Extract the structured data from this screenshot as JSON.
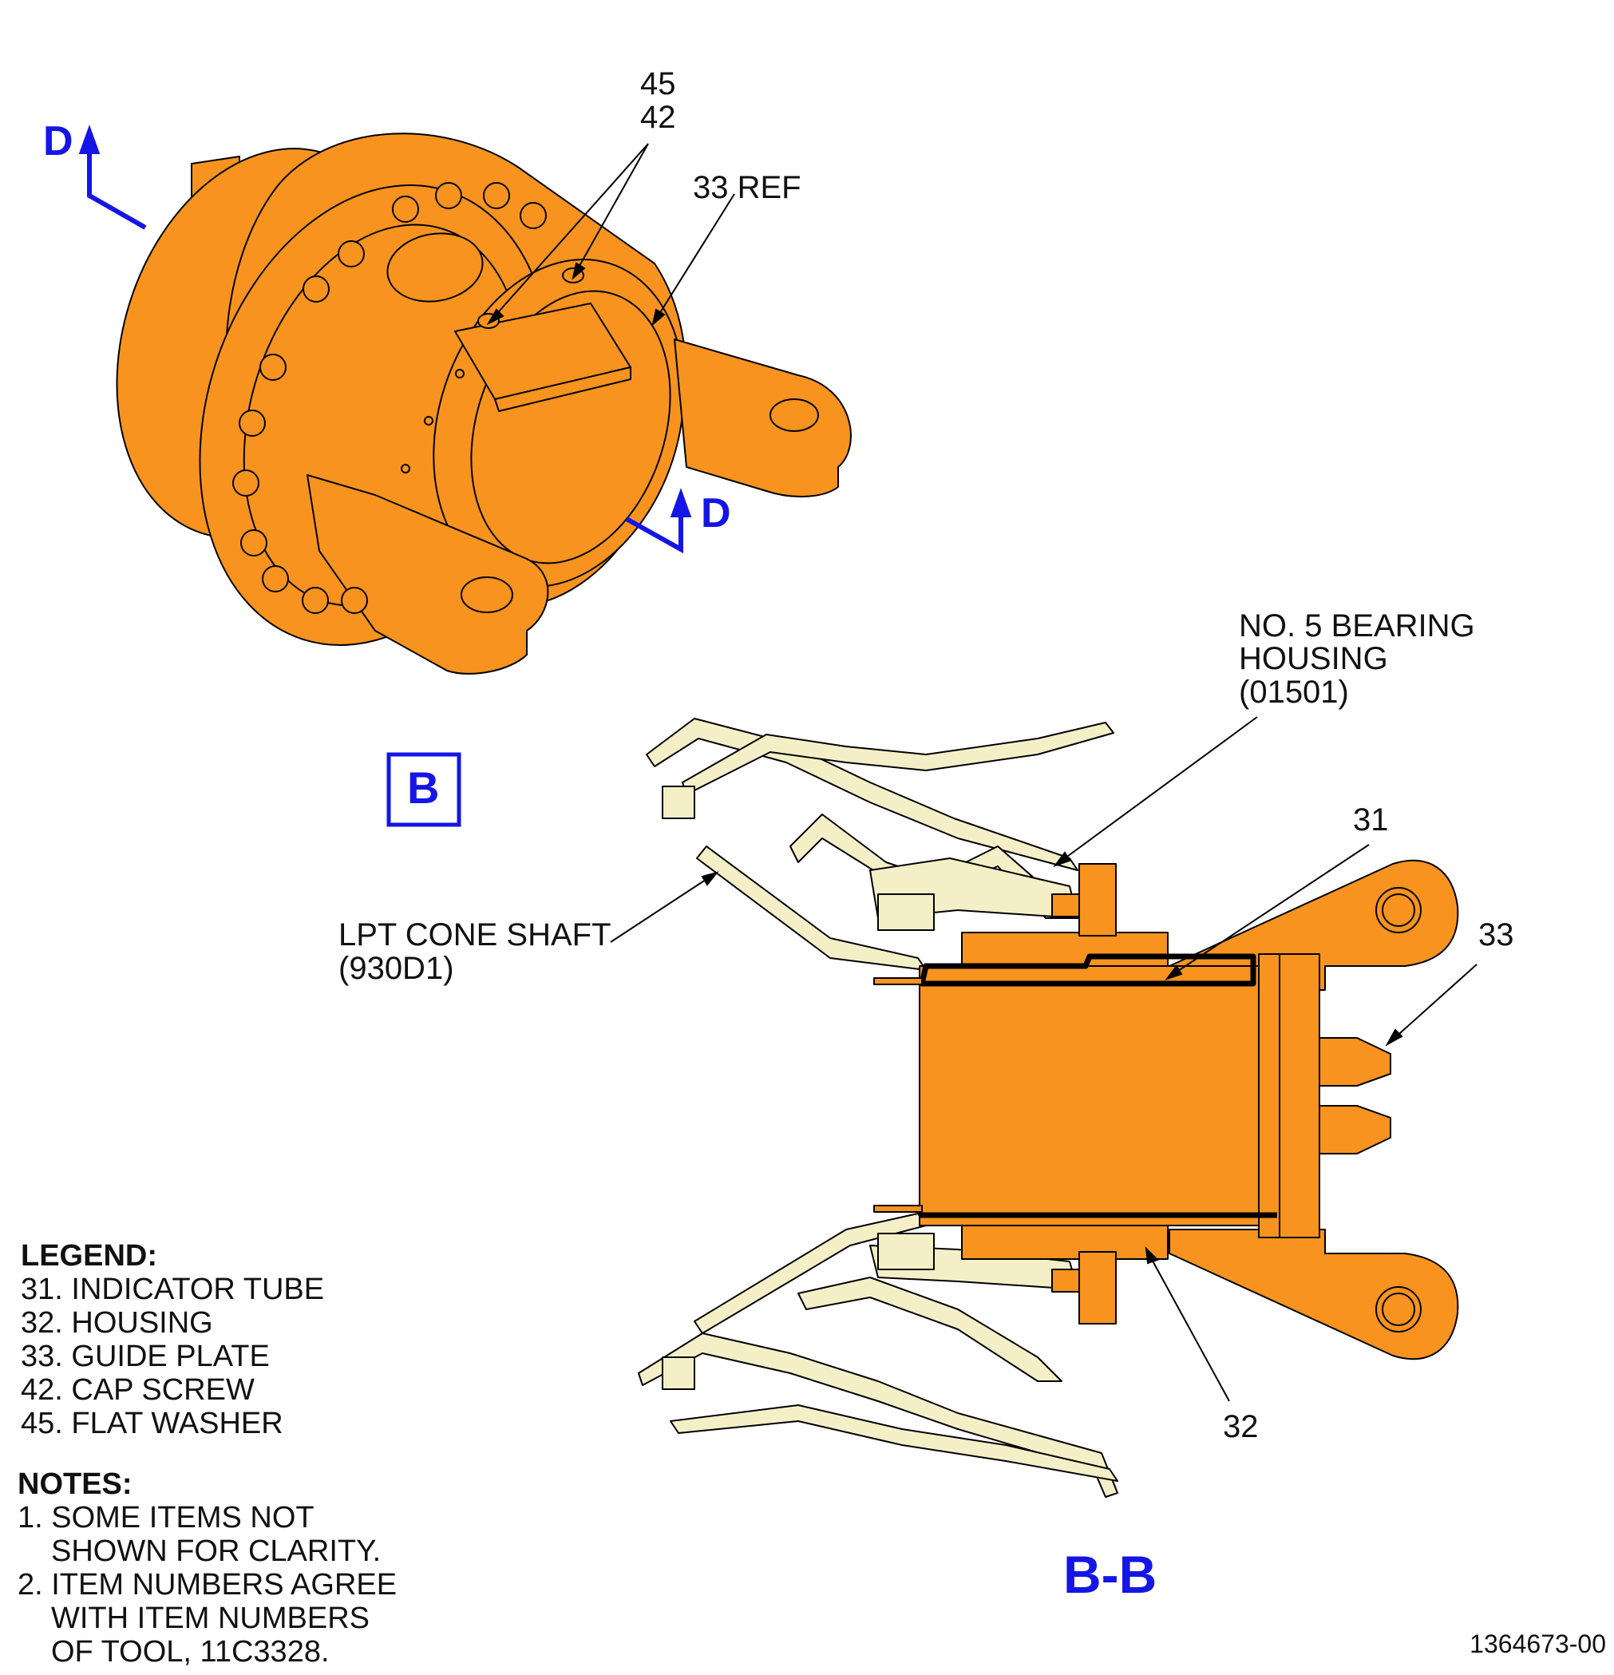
{
  "colors": {
    "part": "#F7931E",
    "engine_section": "#F5EFC8",
    "outline": "#000000",
    "view_marker": "#1515E6"
  },
  "callouts": {
    "iso_45": "45",
    "iso_42": "42",
    "iso_33_ref": "33 REF",
    "bearing_housing_l1": "NO. 5 BEARING",
    "bearing_housing_l2": "HOUSING",
    "bearing_housing_l3": "(01501)",
    "item_31": "31",
    "item_33": "33",
    "lpt_l1": "LPT CONE SHAFT",
    "lpt_l2": "(930D1)",
    "item_32": "32"
  },
  "view_markers": {
    "d_upper": "D",
    "d_lower": "D",
    "detail_b": "B",
    "section_bb": "B-B"
  },
  "legend": {
    "heading": "LEGEND:",
    "items": [
      "31. INDICATOR TUBE",
      "32. HOUSING",
      "33. GUIDE PLATE",
      "42. CAP SCREW",
      "45. FLAT WASHER"
    ]
  },
  "notes": {
    "heading": "NOTES:",
    "note1_l1": "1. SOME ITEMS NOT",
    "note1_l2": "SHOWN FOR CLARITY.",
    "note2_l1": "2. ITEM NUMBERS AGREE",
    "note2_l2": "WITH ITEM NUMBERS",
    "note2_l3": "OF TOOL, 11C3328."
  },
  "figure_number": "1364673-00"
}
